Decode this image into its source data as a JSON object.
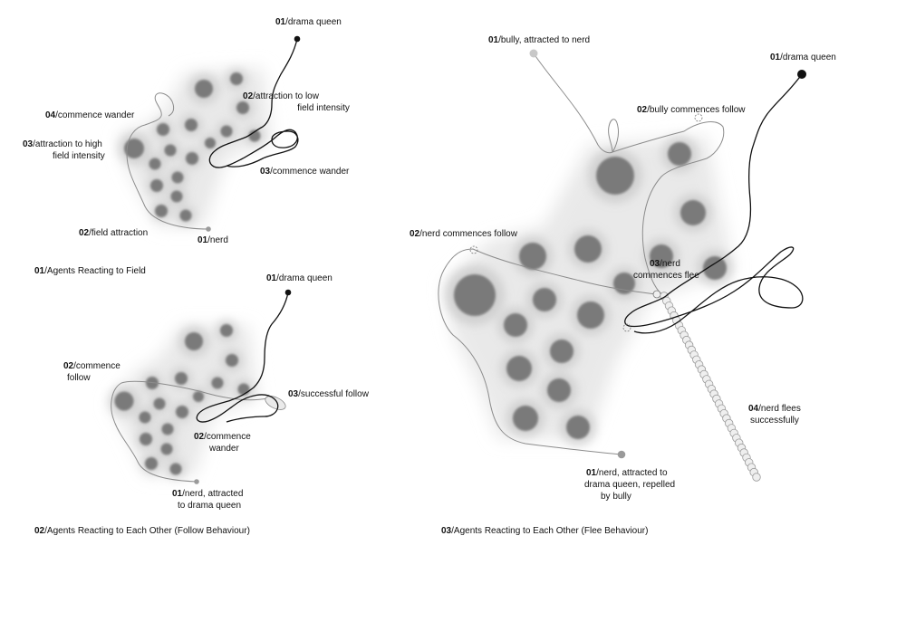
{
  "panels": [
    {
      "caption_num": "01",
      "caption_text": "/Agents Reacting to Field",
      "labels": [
        {
          "num": "01",
          "text": [
            "/drama queen"
          ]
        },
        {
          "num": "02",
          "text": [
            "/attraction to low",
            "field intensity"
          ]
        },
        {
          "num": "03",
          "text": [
            "/commence wander"
          ]
        },
        {
          "num": "04",
          "text": [
            "/commence wander"
          ]
        },
        {
          "num": "03",
          "text": [
            "/attraction to high",
            "field intensity"
          ]
        },
        {
          "num": "02",
          "text": [
            "/field attraction"
          ]
        },
        {
          "num": "01",
          "text": [
            "/nerd"
          ]
        }
      ]
    },
    {
      "caption_num": "02",
      "caption_text": "/Agents Reacting to Each Other (Follow Behaviour)",
      "labels": [
        {
          "num": "01",
          "text": [
            "/drama queen"
          ]
        },
        {
          "num": "02",
          "text": [
            "/commence",
            "follow"
          ]
        },
        {
          "num": "03",
          "text": [
            "/successful follow"
          ]
        },
        {
          "num": "02",
          "text": [
            "/commence",
            "wander"
          ]
        },
        {
          "num": "01",
          "text": [
            "/nerd, attracted",
            "to drama queen"
          ]
        }
      ]
    },
    {
      "caption_num": "03",
      "caption_text": "/Agents Reacting to Each Other (Flee Behaviour)",
      "labels": [
        {
          "num": "01",
          "text": [
            "/bully, attracted to nerd"
          ]
        },
        {
          "num": "01",
          "text": [
            "/drama queen"
          ]
        },
        {
          "num": "02",
          "text": [
            "/bully commences follow"
          ]
        },
        {
          "num": "02",
          "text": [
            "/nerd commences follow"
          ]
        },
        {
          "num": "03",
          "text": [
            "/nerd",
            "commences flee"
          ]
        },
        {
          "num": "04",
          "text": [
            "/nerd flees",
            "successfully"
          ]
        },
        {
          "num": "01",
          "text": [
            "/nerd, attracted to",
            "drama queen, repelled",
            "by bully"
          ]
        }
      ]
    }
  ],
  "colors": {
    "background": "#ffffff",
    "field_core": "#7a7a7a",
    "field_glow": "#e9e9e9",
    "nerd_trail": "#8c8c8c",
    "drama_queen_trail": "#111111",
    "bully_agent": "#c8c8c8"
  }
}
